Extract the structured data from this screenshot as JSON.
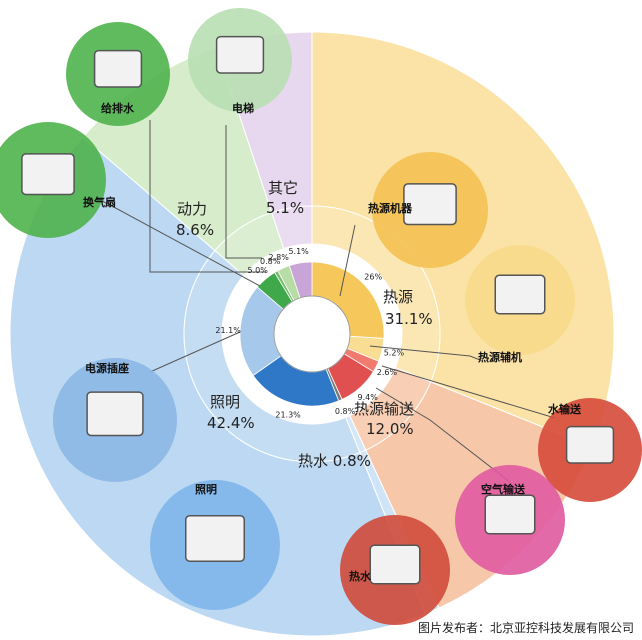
{
  "chart_data": {
    "type": "pie",
    "outer": [
      {
        "name": "热源",
        "value": 31.1,
        "label": "热源\n31.1%",
        "color": "#fbe3a8"
      },
      {
        "name": "热源输送",
        "value": 12.0,
        "label": "热源输送\n12.0%",
        "color": "#f7c7a9"
      },
      {
        "name": "热水",
        "value": 0.8,
        "label": "热水  0.8%",
        "color": "#cfe4f6"
      },
      {
        "name": "照明",
        "value": 42.4,
        "label": "照明\n42.4%",
        "color": "#bcd8f2"
      },
      {
        "name": "动力",
        "value": 8.6,
        "label": "动力\n8.6%",
        "color": "#d6eccb"
      },
      {
        "name": "其它",
        "value": 5.1,
        "label": "其它\n5.1%",
        "color": "#e8d8ef"
      }
    ],
    "inner": [
      {
        "label": "26%",
        "value": 26,
        "color": "#f6c75a"
      },
      {
        "label": "5.2%",
        "value": 5.2,
        "color": "#f9dd93"
      },
      {
        "label": "2.6%",
        "value": 2.6,
        "color": "#f07a6e"
      },
      {
        "label": "9.4%",
        "value": 9.4,
        "color": "#e05050"
      },
      {
        "label": "0.8%",
        "value": 0.8,
        "color": "#7a7a7a"
      },
      {
        "label": "21.3%",
        "value": 21.3,
        "color": "#2f78c8"
      },
      {
        "label": "21.1%",
        "value": 21.1,
        "color": "#a6c8ea"
      },
      {
        "label": "5.0%",
        "value": 5.0,
        "color": "#3ea84a"
      },
      {
        "label": "0.8%",
        "value": 0.8,
        "color": "#74bd6c"
      },
      {
        "label": "2.8%",
        "value": 2.8,
        "color": "#b7dca6"
      },
      {
        "label": "5.1%",
        "value": 5.1,
        "color": "#c9a4d6"
      }
    ],
    "icons": [
      {
        "name": "电梯",
        "label": "电梯"
      },
      {
        "name": "给排水",
        "label": "给排水"
      },
      {
        "name": "换气扇",
        "label": "换气扇"
      },
      {
        "name": "热源机器",
        "label": "热源机器"
      },
      {
        "name": "热源辅机",
        "label": "热源辅机"
      },
      {
        "name": "电源插座",
        "label": "电源插座"
      },
      {
        "name": "水输送",
        "label": "水输送"
      },
      {
        "name": "空气输送",
        "label": "空气输送"
      },
      {
        "name": "照明",
        "label": "照明"
      },
      {
        "name": "热水",
        "label": "热水"
      }
    ]
  },
  "credit": "图片发布者：北京亚控科技发展有限公司"
}
